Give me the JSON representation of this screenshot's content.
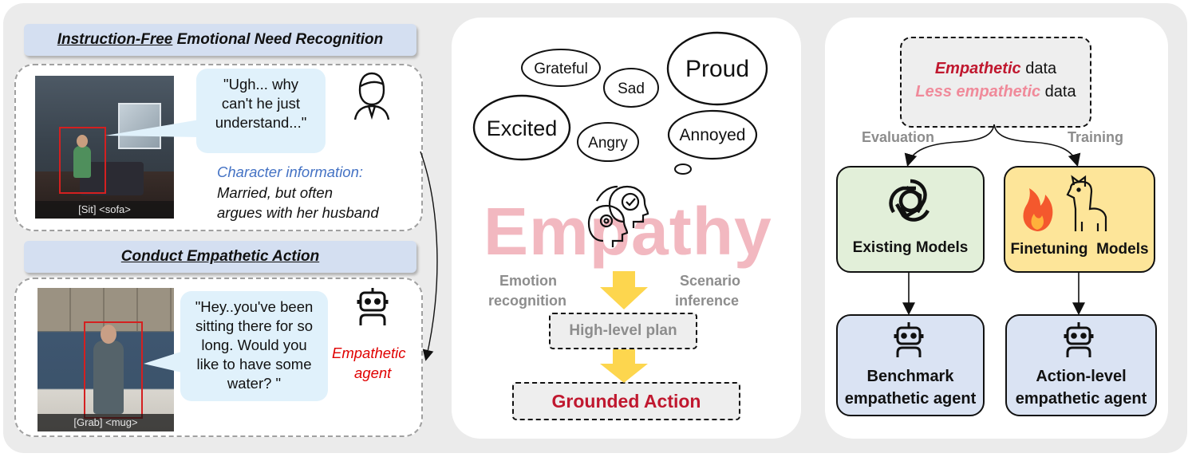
{
  "left": {
    "recognition": {
      "title_underlined": "Instruction-Free",
      "title_rest": " Emotional Need Recognition",
      "scene_caption": "[Sit] <sofa>",
      "quote": "\"Ugh... why can't he just understand...\"",
      "char_info_label": "Character information:",
      "char_info_line1": "Married, but often",
      "char_info_line2": "argues with her husband"
    },
    "action": {
      "title_underlined": "Conduct Empathet",
      "title_rest": "ic Action",
      "scene_caption": "[Grab] <mug>",
      "quote": "\"Hey..you've been sitting there for so long. Would you like to have some water? \"",
      "agent_line1": "Empathetic",
      "agent_line2": "agent"
    }
  },
  "middle": {
    "emotions": [
      "Grateful",
      "Sad",
      "Proud",
      "Excited",
      "Angry",
      "Annoyed"
    ],
    "watermark": "Empathy",
    "emotion_recognition_line1": "Emotion",
    "emotion_recognition_line2": "recognition",
    "scenario_inference_line1": "Scenario",
    "scenario_inference_line2": "inference",
    "high_level_plan": "High-level plan",
    "grounded_action": "Grounded Action"
  },
  "right": {
    "data_emph1": "Empathetic",
    "data_rest1": " data",
    "data_emph2": "Less empathetic",
    "data_rest2": " data",
    "evaluation": "Evaluation",
    "training": "Training",
    "existing_models": "Existing Models",
    "finetuning_models": "Finetuning  Models",
    "benchmark_line1": "Benchmark",
    "benchmark_line2": "empathetic agent",
    "actionlevel_line1": "Action-level",
    "actionlevel_line2": "empathetic agent"
  },
  "colors": {
    "banner": "#d4dff1",
    "bubble": "#e0f1fb",
    "watermark": "#f2b8c0",
    "arrow_yellow": "#fdd64e",
    "dark_red": "#c0182f",
    "pink": "#f08a9a",
    "green_box": "#e2efd9",
    "yellow_box": "#fde599",
    "blue_box": "#dae3f3",
    "char_info_blue": "#4472c4",
    "agent_red": "#e00000"
  }
}
